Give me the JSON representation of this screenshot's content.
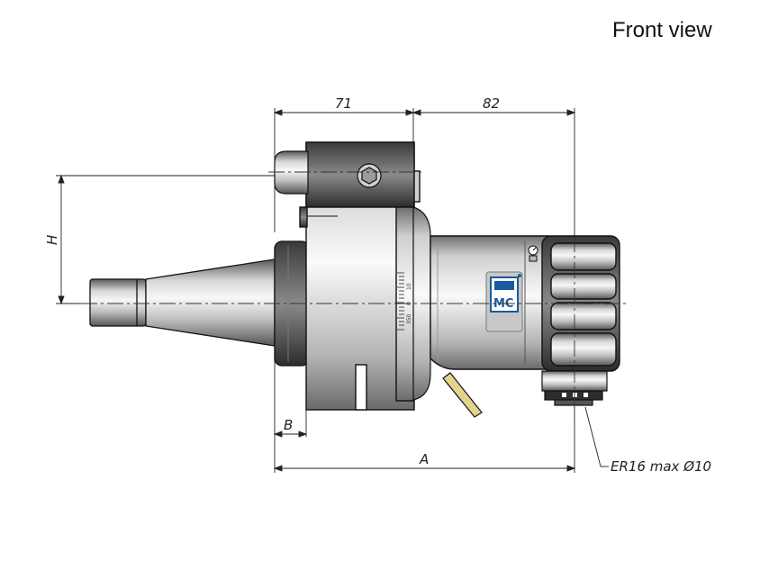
{
  "title": "Front view",
  "dimensions": {
    "width_left": "71",
    "width_right": "82",
    "height": "H",
    "offset": "B",
    "overall": "A"
  },
  "callout": "ER16 max Ø10",
  "scale_marks": [
    "10",
    "0",
    "350"
  ],
  "logo": {
    "text": "MC",
    "color": "#1a5a9e"
  }
}
